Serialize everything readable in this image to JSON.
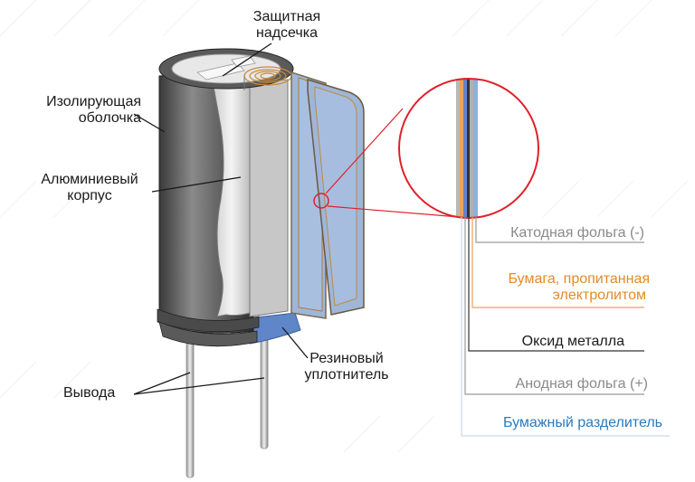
{
  "labels": {
    "protective_notch": [
      "Защитная",
      "надсечка"
    ],
    "insulating_sleeve": [
      "Изолирующая",
      "оболочка"
    ],
    "aluminum_case": [
      "Алюминиевый",
      "корпус"
    ],
    "rubber_seal": [
      "Резиновый",
      "уплотнитель"
    ],
    "leads": "Вывода",
    "cathode_foil": "Катодная фольга (-)",
    "electrolyte_paper": [
      "Бумага, пропитанная",
      "электролитом"
    ],
    "metal_oxide": "Оксид металла",
    "anode_foil": "Анодная фольга (+)",
    "paper_separator": "Бумажный разделитель"
  },
  "colors": {
    "cathode_foil": "#8a8a8a",
    "electrolyte_paper": "#e58a22",
    "metal_oxide": "#1a1a1a",
    "anode_foil": "#8a8a8a",
    "paper_separator": "#2a7bbd",
    "callout_circle": "#e0202a",
    "separator_blue": "#9fb6d9"
  }
}
